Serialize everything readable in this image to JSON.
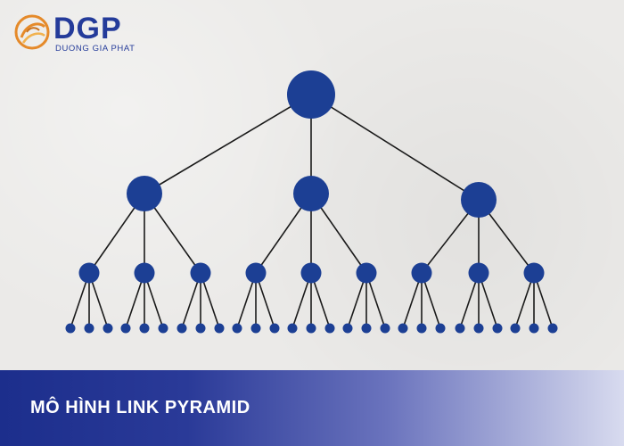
{
  "logo": {
    "brand": "DGP",
    "tagline": "DUONG GIA PHAT"
  },
  "diagram": {
    "node_color": "#1c3f94",
    "line_color": "#1a1a1a",
    "levels": [
      1,
      3,
      9,
      27
    ]
  },
  "banner": {
    "caption": "MÔ HÌNH LINK PYRAMID"
  },
  "colors": {
    "brand_blue": "#243b9a",
    "accent_orange": "#e58a2a",
    "banner_start": "#1c2e8c",
    "banner_end": "#d8dbef"
  }
}
